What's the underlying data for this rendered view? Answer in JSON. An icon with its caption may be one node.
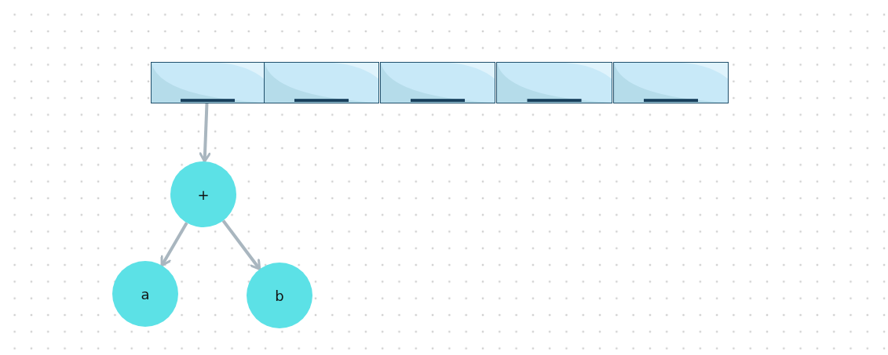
{
  "diagram": {
    "nodes": [
      {
        "text": [],
        "shape": "box"
      },
      {
        "text": [],
        "shape": "box"
      },
      {
        "text": [],
        "shape": "box"
      },
      {
        "text": [],
        "shape": "box"
      },
      {
        "text": [],
        "shape": "box"
      },
      {
        "text": [
          "+"
        ]
      },
      {
        "text": [
          "a"
        ]
      },
      {
        "text": [
          "b"
        ]
      }
    ],
    "edges": [
      {
        "from": 0,
        "to": 5,
        "arrow": "to"
      },
      {
        "from": 5,
        "to": 6,
        "arrow": "to"
      },
      {
        "from": 5,
        "to": 7,
        "arrow": "to"
      }
    ]
  }
}
